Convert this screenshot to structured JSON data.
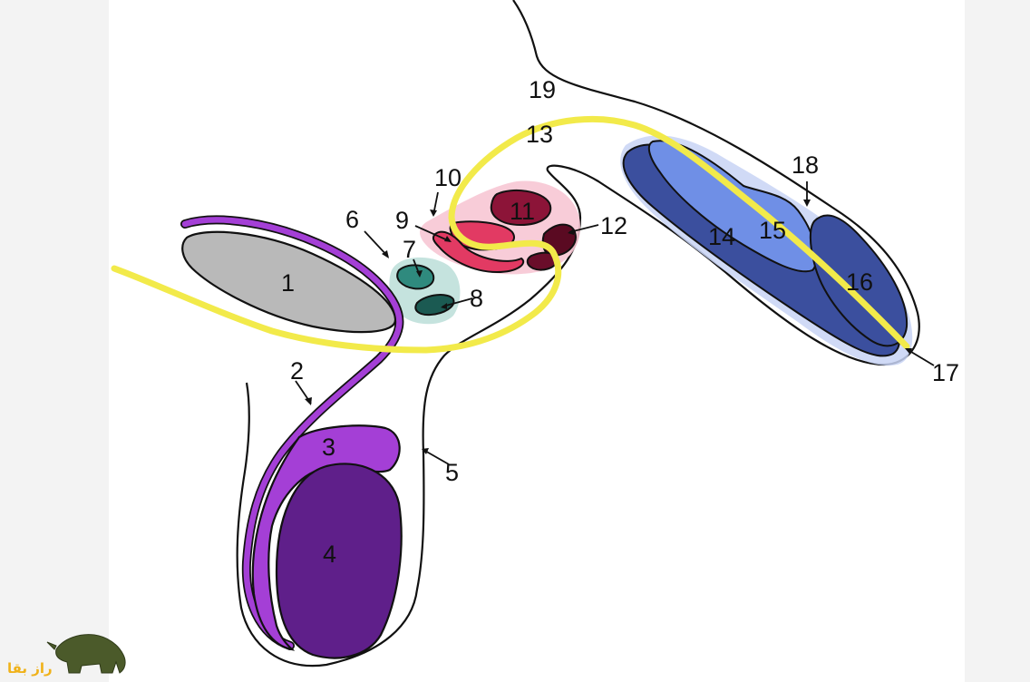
{
  "labels": {
    "l1": "1",
    "l2": "2",
    "l3": "3",
    "l4": "4",
    "l5": "5",
    "l6": "6",
    "l7": "7",
    "l8": "8",
    "l9": "9",
    "l10": "10",
    "l11": "11",
    "l12": "12",
    "l13": "13",
    "l14": "14",
    "l15": "15",
    "l16": "16",
    "l17": "17",
    "l18": "18",
    "l19": "19"
  },
  "watermark": {
    "text": "راز بقا"
  },
  "colors": {
    "outline": "#111111",
    "yellow_tract": "#f2ea4a",
    "purple_light": "#a43fd6",
    "purple_dark": "#5f1f8a",
    "gray_organ": "#b9b9b9",
    "teal": "#2f8a7e",
    "teal_dark": "#1b5a52",
    "red": "#e23a63",
    "maroon": "#8c1438",
    "maroon_dark": "#5a0a22",
    "blue_dark": "#3b4f9e",
    "blue_light": "#6f8fe6",
    "halo_blue": "#c8d3f5",
    "halo_pink": "#f7c6d4",
    "halo_teal": "#bfe0da"
  }
}
